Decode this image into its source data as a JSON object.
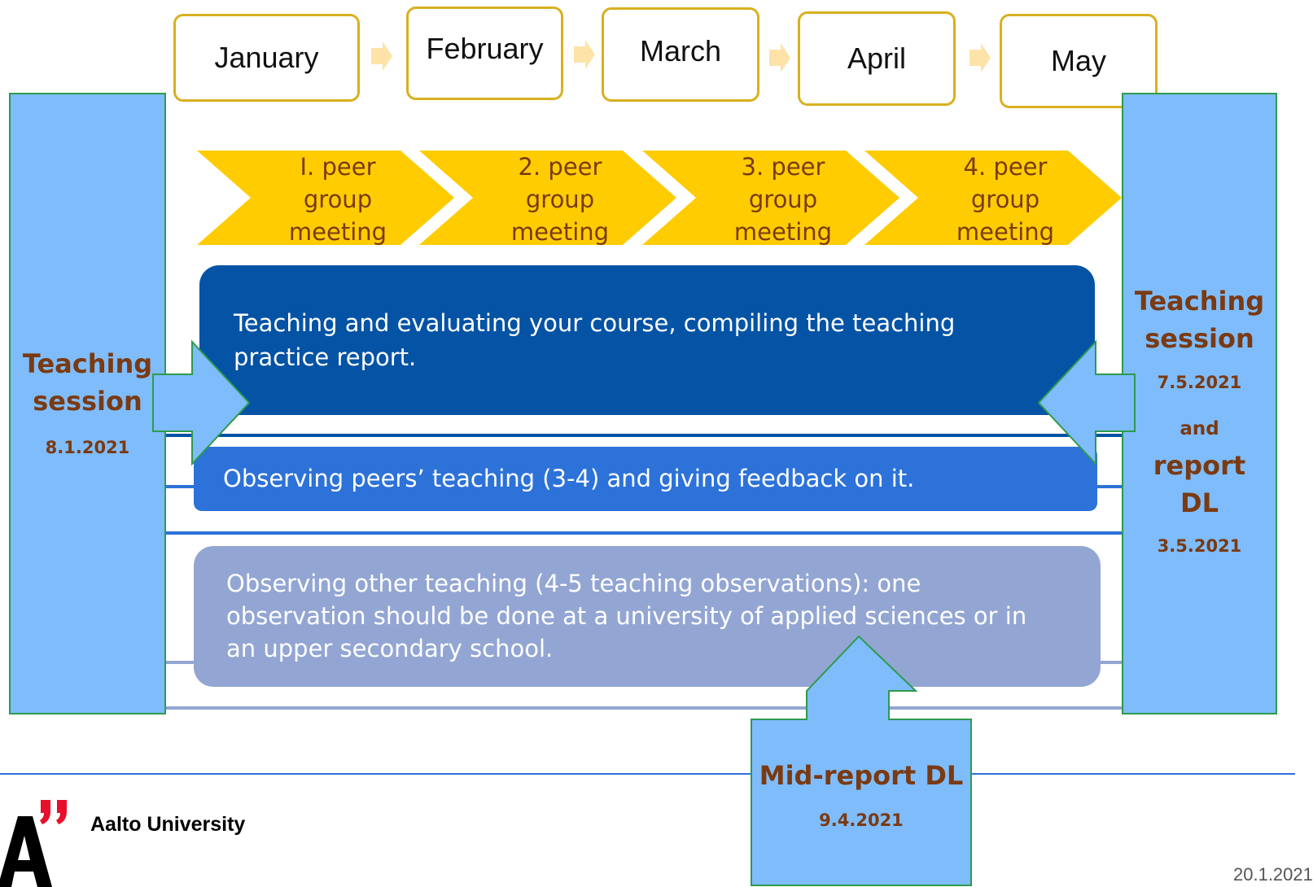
{
  "months": [
    "January",
    "February",
    "March",
    "April",
    "May"
  ],
  "peer_meetings": [
    {
      "num": "I. peer",
      "line2": "group",
      "line3": "meeting"
    },
    {
      "num": "2. peer",
      "line2": "group",
      "line3": "meeting"
    },
    {
      "num": "3. peer",
      "line2": "group",
      "line3": "meeting"
    },
    {
      "num": "4. peer",
      "line2": "group",
      "line3": "meeting"
    }
  ],
  "bars": {
    "teaching": "Teaching and evaluating your course, compiling the teaching practice report.",
    "peers": "Observing peers’ teaching (3-4) and giving feedback on it.",
    "other": "Observing other teaching (4-5 teaching observations): one observation should be done at a university of applied sciences or in an upper secondary school."
  },
  "left_session": {
    "line1": "Teaching",
    "line2": "session",
    "date": "8.1.2021"
  },
  "right_session": {
    "line1": "Teaching",
    "line2": "session",
    "date": "7.5.2021",
    "and": "and",
    "report1": "report",
    "report2": "DL",
    "report_date": "3.5.2021"
  },
  "mid_report": {
    "title": "Mid-report DL",
    "date": "9.4.2021"
  },
  "footer": {
    "org": "Aalto University",
    "page": "20.1.2021"
  },
  "colors": {
    "month_border": "#d9b01f",
    "chevron": "#fecc01",
    "side_panel": "#7fbcfb",
    "bar_dark": "#0553a5",
    "bar_mid": "#2d72d8",
    "bar_light": "#93a6d3",
    "session_text": "#7a3a12"
  }
}
